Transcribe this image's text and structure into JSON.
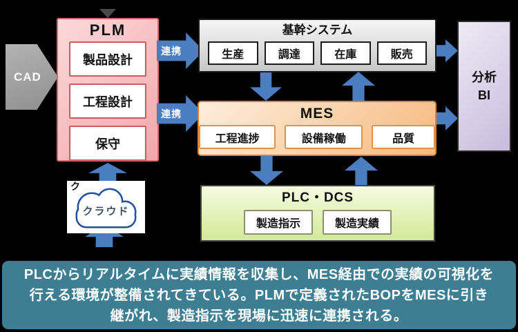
{
  "colors": {
    "background": "#000000",
    "arrow_blue": "#4a7ec0",
    "plm_fill": "#f2a6aa",
    "plm_border": "#d5696d",
    "erp_border": "#1a1a1a",
    "mes_fill": "#f6b97c",
    "mes_border": "#e0812f",
    "plc_fill": "#d2e996",
    "bi_fill": "#c7bcdc",
    "cloud_outline": "#1e4fa0",
    "caption_bg": "#3e7e92"
  },
  "diagram": {
    "cad_label": "CAD",
    "plm": {
      "title": "PLM",
      "items": [
        "製品設計",
        "工程設計",
        "保守"
      ]
    },
    "erp": {
      "title": "基幹システム",
      "items": [
        "生産",
        "調達",
        "在庫",
        "販売"
      ]
    },
    "mes": {
      "title": "MES",
      "items": [
        "工程進捗",
        "設備稼働",
        "品質"
      ]
    },
    "plc": {
      "title": "PLC・DCS",
      "items": [
        "製造指示",
        "製造実績"
      ]
    },
    "bi": {
      "line1": "分析",
      "line2": "BI"
    },
    "cloud_label": "クラウド",
    "cloud_partial_text": "ク",
    "link_label_1": "連携",
    "link_label_2": "連携"
  },
  "caption": {
    "line1": "PLCからリアルタイムに実績情報を収集し、MES経由での実績の可視化を",
    "line2": "行える環境が整備されてきている。PLMで定義されたBOPをMESに引き",
    "line3": "継がれ、製造指示を現場に迅速に連携される。"
  }
}
